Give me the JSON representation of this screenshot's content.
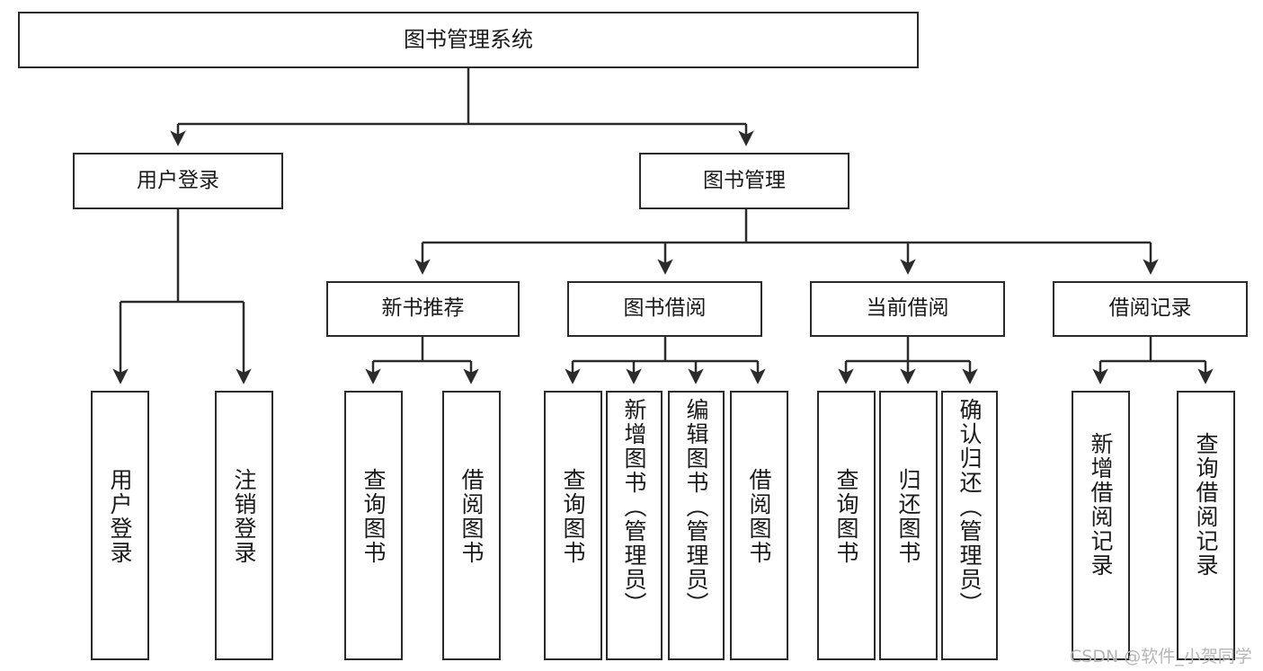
{
  "diagram": {
    "title": "图书管理系统",
    "watermark": "CSDN @软件_小贺同学",
    "colors": {
      "stroke": "#2b2b2b",
      "box_fill": "#ffffff",
      "text": "#1a1a1a",
      "watermark": "#b5b5b5",
      "background": "#ffffff"
    },
    "root": {
      "label": "图书管理系统"
    },
    "level2": [
      {
        "label": "用户登录"
      },
      {
        "label": "图书管理"
      }
    ],
    "level3": [
      {
        "label": "新书推荐"
      },
      {
        "label": "图书借阅"
      },
      {
        "label": "当前借阅"
      },
      {
        "label": "借阅记录"
      }
    ],
    "leaves": {
      "user_login": [
        {
          "label": "用户登录"
        },
        {
          "label": "注销登录"
        }
      ],
      "new_book_recommend": [
        {
          "label": "查询图书"
        },
        {
          "label": "借阅图书"
        }
      ],
      "book_borrow": [
        {
          "label": "查询图书"
        },
        {
          "label": "新增图书（管理员）"
        },
        {
          "label": "编辑图书（管理员）"
        },
        {
          "label": "借阅图书"
        }
      ],
      "current_borrow": [
        {
          "label": "查询图书"
        },
        {
          "label": "归还图书"
        },
        {
          "label": "确认归还（管理员）"
        }
      ],
      "borrow_record": [
        {
          "label": "新增借阅记录"
        },
        {
          "label": "查询借阅记录"
        }
      ]
    }
  }
}
